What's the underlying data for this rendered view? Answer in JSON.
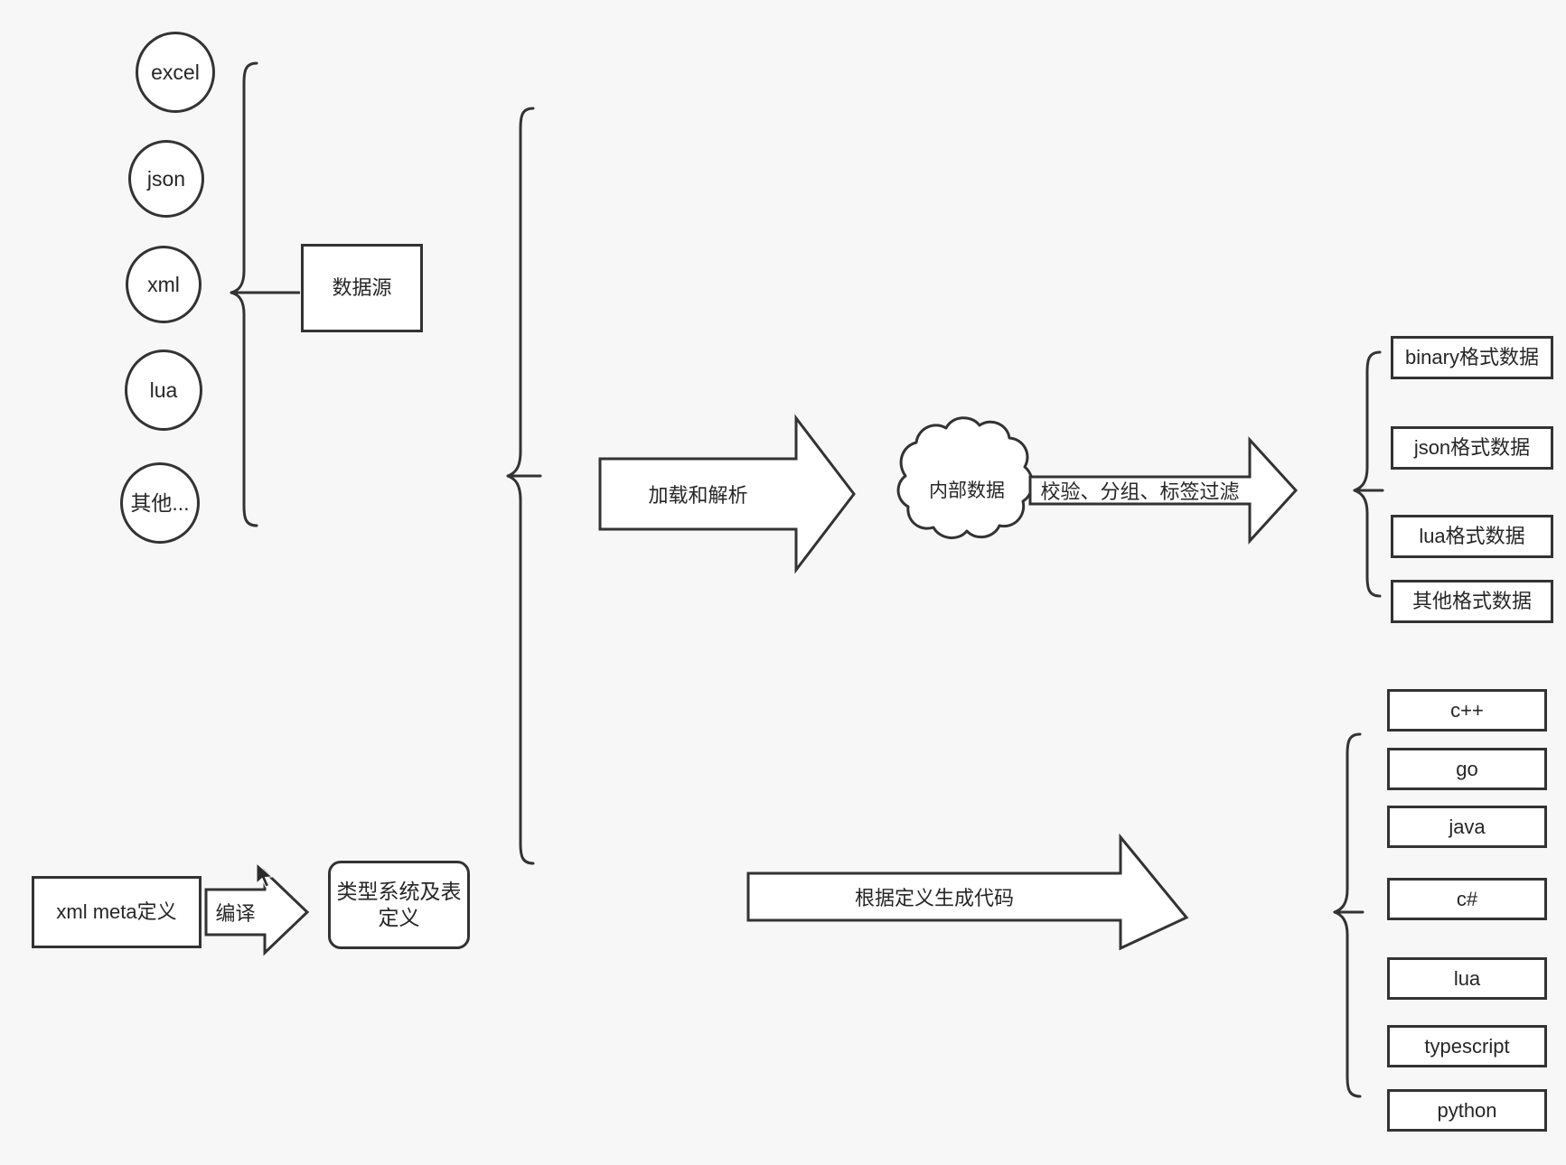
{
  "diagram": {
    "title": "data pipeline and code generation flow",
    "background_color": "#f7f7f7",
    "stroke_color": "#333333",
    "fill_color": "#ffffff",
    "text_color": "#262626"
  },
  "sources": {
    "group_label": "数据源",
    "items": [
      {
        "label": "excel"
      },
      {
        "label": "json"
      },
      {
        "label": "xml"
      },
      {
        "label": "lua"
      },
      {
        "label": "其他..."
      }
    ]
  },
  "pipeline": {
    "load_arrow_label": "加载和解析",
    "internal_data_label": "内部数据",
    "filter_arrow_label": "校验、分组、标签过滤"
  },
  "outputs": {
    "items": [
      {
        "label": "binary格式数据"
      },
      {
        "label": "json格式数据"
      },
      {
        "label": "lua格式数据"
      },
      {
        "label": "其他格式数据"
      }
    ]
  },
  "meta": {
    "source_label": "xml meta定义",
    "compile_arrow_label": "编译",
    "type_system_label": "类型系统及表定义"
  },
  "codegen": {
    "arrow_label": "根据定义生成代码",
    "languages": [
      {
        "label": "c++"
      },
      {
        "label": "go"
      },
      {
        "label": "java"
      },
      {
        "label": "c#"
      },
      {
        "label": "lua"
      },
      {
        "label": "typescript"
      },
      {
        "label": "python"
      }
    ]
  }
}
